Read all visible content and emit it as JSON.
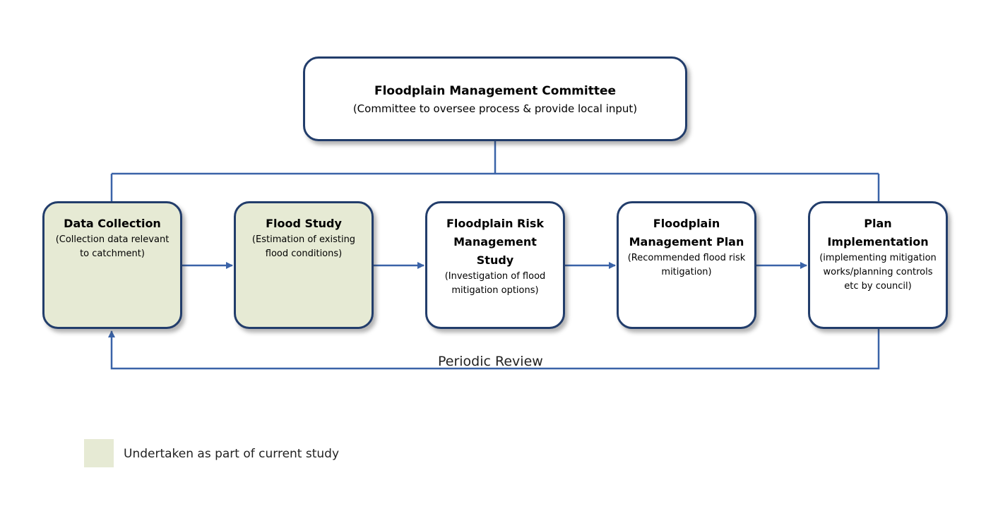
{
  "committee": {
    "title": "Floodplain Management Committee",
    "subtitle": "(Committee to oversee process & provide local input)"
  },
  "steps": [
    {
      "title": "Data Collection",
      "description": "(Collection data relevant to catchment)",
      "shaded": true
    },
    {
      "title": "Flood Study",
      "description": "(Estimation of existing flood conditions)",
      "shaded": true
    },
    {
      "title": "Floodplain Risk Management Study",
      "description": "(Investigation of flood mitigation options)",
      "shaded": false
    },
    {
      "title": "Floodplain Management Plan",
      "description": "(Recommended flood risk mitigation)",
      "shaded": false
    },
    {
      "title": "Plan Implementation",
      "description": "(implementing mitigation works/planning controls etc by council)",
      "shaded": false
    }
  ],
  "review_label": "Periodic Review",
  "legend": {
    "label": "Undertaken as part of current study"
  },
  "colors": {
    "border": "#223d6b",
    "connector": "#3a63a8",
    "shaded_fill": "#e6ead4"
  }
}
